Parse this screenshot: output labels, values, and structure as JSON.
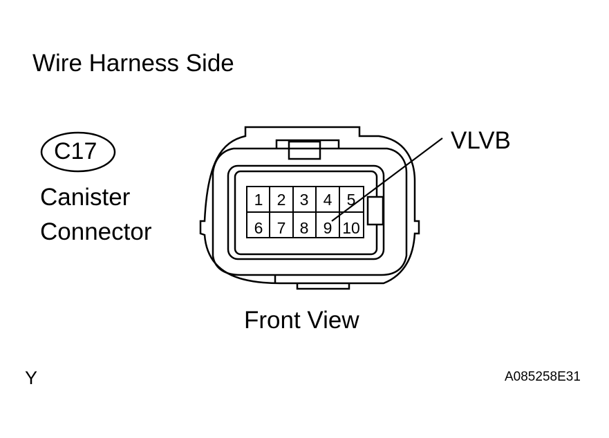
{
  "title": "Wire Harness Side",
  "connector": {
    "code": "C17",
    "name_line1": "Canister",
    "name_line2": "Connector"
  },
  "terminal_label": "VLVB",
  "view_label": "Front View",
  "pins": [
    "1",
    "2",
    "3",
    "4",
    "5",
    "6",
    "7",
    "8",
    "9",
    "10"
  ],
  "corner_mark": "Y",
  "figure_id": "A085258E31"
}
